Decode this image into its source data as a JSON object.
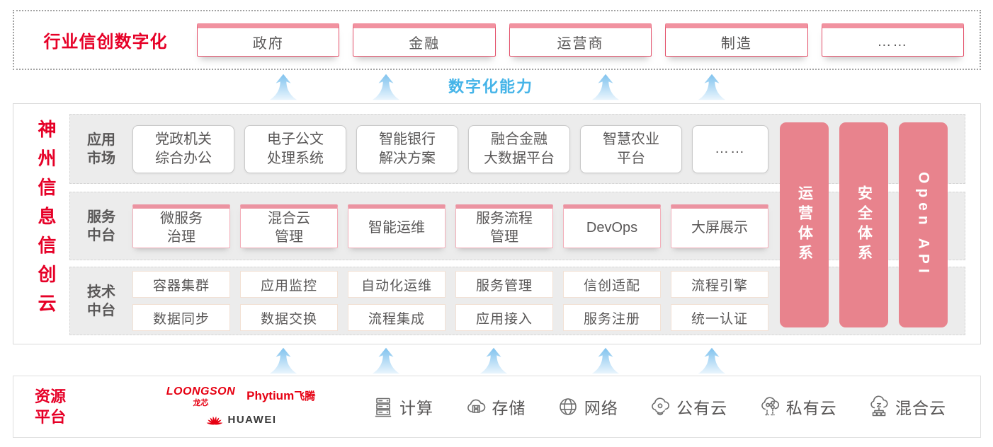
{
  "colors": {
    "accent_red": "#e60027",
    "pillar_pink": "#e8838d",
    "capability_blue": "#45b4e8",
    "text_gray": "#595757"
  },
  "banner": {
    "title": "行业信创数字化",
    "industries": [
      "政府",
      "金融",
      "运营商",
      "制造",
      "……"
    ]
  },
  "capability_label": "数字化能力",
  "main": {
    "vertical_title": "神州信息信创云",
    "rows": {
      "app": {
        "label": "应用\n市场",
        "items": [
          "党政机关\n综合办公",
          "电子公文\n处理系统",
          "智能银行\n解决方案",
          "融合金融\n大数据平台",
          "智慧农业\n平台",
          "……"
        ]
      },
      "service": {
        "label": "服务\n中台",
        "items": [
          "微服务\n治理",
          "混合云\n管理",
          "智能运维",
          "服务流程\n管理",
          "DevOps",
          "大屏展示"
        ]
      },
      "tech": {
        "label": "技术\n中台",
        "items_top": [
          "容器集群",
          "应用监控",
          "自动化运维",
          "服务管理",
          "信创适配",
          "流程引擎"
        ],
        "items_bottom": [
          "数据同步",
          "数据交换",
          "流程集成",
          "应用接入",
          "服务注册",
          "统一认证"
        ]
      }
    },
    "pillars": [
      "运营体系",
      "安全体系",
      "Open API"
    ]
  },
  "resources": {
    "label": "资源\n平台",
    "vendors": {
      "loongson": {
        "name": "LOONGSON",
        "sub": "龙芯"
      },
      "phytium": {
        "name": "Phytium",
        "sub": "飞腾"
      },
      "huawei": {
        "name": "HUAWEI"
      }
    },
    "items": [
      {
        "icon": "compute-icon",
        "label": "计算"
      },
      {
        "icon": "storage-icon",
        "label": "存储"
      },
      {
        "icon": "network-icon",
        "label": "网络"
      },
      {
        "icon": "public-cloud-icon",
        "label": "公有云"
      },
      {
        "icon": "private-cloud-icon",
        "label": "私有云"
      },
      {
        "icon": "hybrid-cloud-icon",
        "label": "混合云"
      }
    ]
  }
}
